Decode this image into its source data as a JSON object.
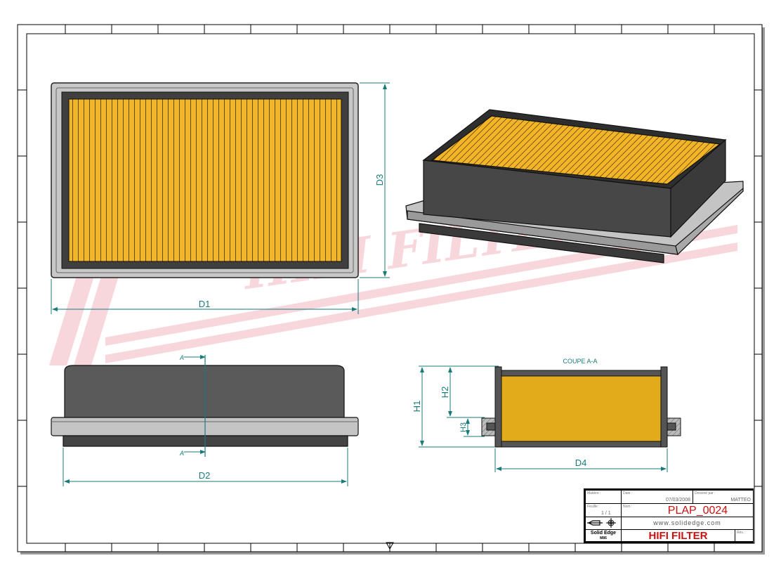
{
  "watermark": {
    "text": "HIFI FILTER"
  },
  "views": {
    "top": {
      "dim_width": "D1",
      "dim_height": "D3"
    },
    "side": {
      "dim_width": "D2",
      "section_label_top": "A",
      "section_label_bottom": "A"
    },
    "section": {
      "title": "COUPE A-A",
      "dim_h1": "H1",
      "dim_h2": "H2",
      "dim_h3": "H3",
      "dim_d4": "D4"
    }
  },
  "title_block": {
    "material_label": "Matière :",
    "date_label": "Date :",
    "date": "07/03/2008",
    "drawn_by_label": "Dessiné par :",
    "drawn_by": "MATTEO",
    "sheet_label": "Feuille :",
    "sheet": "1 / 1",
    "name_label": "Nom :",
    "name": "PLAP_0024",
    "website": "www.solidedge.com",
    "software": "Solid Edge",
    "software_sub": "M86",
    "title": "HIFI FILTER",
    "revision_label": "Rév. :"
  },
  "colors": {
    "filter": "#e6ad1c",
    "frame": "#c8c8c8",
    "body": "#4a4a4a",
    "dimension": "#1a7a7a",
    "title_red": "#cc1111",
    "watermark": "#f3b8c0"
  }
}
